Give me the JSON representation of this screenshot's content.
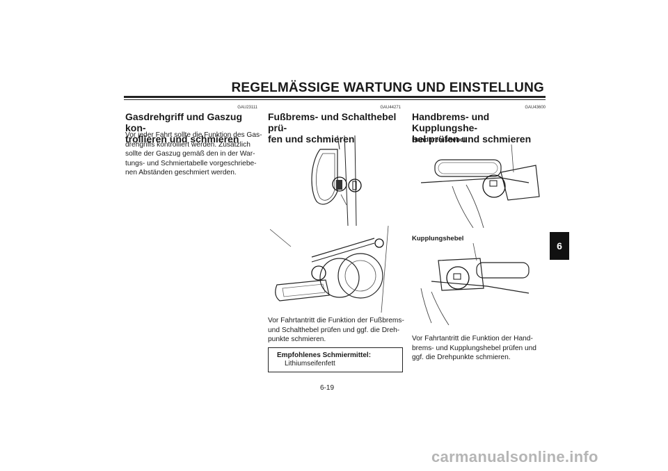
{
  "header": {
    "title": "REGELMÄSSIGE WARTUNG UND EINSTELLUNG"
  },
  "col1": {
    "code": "GAU23111",
    "heading_l1": "Gasdrehgriff und Gaszug kon-",
    "heading_l2": "trollieren und schmieren",
    "para": [
      "Vor jeder Fahrt sollte die Funktion des Gas-",
      "drehgriffs kontrolliert werden. Zusätzlich",
      "sollte der Gaszug gemäß den in der War-",
      "tungs- und Schmiertabelle vorgeschriebe-",
      "nen Abständen geschmiert werden."
    ]
  },
  "col2": {
    "code": "GAU44271",
    "heading_l1": "Fußbrems- und Schalthebel prü-",
    "heading_l2": "fen und schmieren",
    "para": [
      "Vor Fahrtantritt die Funktion der Fußbrems-",
      "und Schalthebel prüfen und ggf. die Dreh-",
      "punkte schmieren."
    ],
    "box_title": "Empfohlenes Schmiermittel:",
    "box_value": "Lithiumseifenfett"
  },
  "col3": {
    "code": "GAU43600",
    "heading_l1": "Handbrems- und Kupplungshe-",
    "heading_l2": "bel prüfen und schmieren",
    "sub1": "Handbremshebel",
    "sub2": "Kupplungshebel",
    "para": [
      "Vor Fahrtantritt die Funktion der Hand-",
      "brems- und Kupplungshebel prüfen und",
      "ggf. die Drehpunkte schmieren."
    ]
  },
  "section_tab": "6",
  "page_number": "6-19",
  "watermark": "carmanualsonline.info"
}
